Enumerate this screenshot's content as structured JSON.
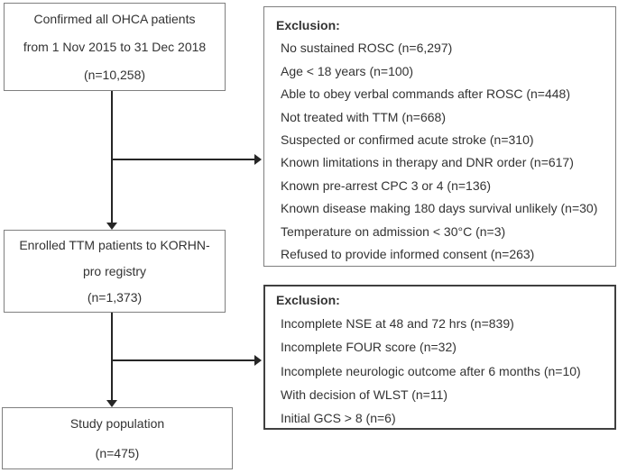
{
  "flow": {
    "box1": {
      "lines": [
        "Confirmed all OHCA patients",
        "from 1 Nov 2015 to 31 Dec 2018",
        "(n=10,258)"
      ]
    },
    "exclusion1": {
      "title": "Exclusion:",
      "items": [
        "No sustained ROSC (n=6,297)",
        "Age < 18 years (n=100)",
        "Able to obey verbal commands after ROSC (n=448)",
        "Not treated with TTM (n=668)",
        "Suspected or confirmed acute stroke (n=310)",
        "Known limitations in therapy and DNR order (n=617)",
        "Known pre-arrest CPC 3 or 4 (n=136)",
        "Known disease making 180 days survival unlikely (n=30)",
        "Temperature on admission < 30°C (n=3)",
        "Refused to provide informed consent (n=263)"
      ]
    },
    "box2": {
      "lines": [
        "Enrolled TTM patients to KORHN-",
        "pro registry",
        "(n=1,373)"
      ]
    },
    "exclusion2": {
      "title": "Exclusion:",
      "items": [
        "Incomplete NSE at 48 and 72 hrs (n=839)",
        "Incomplete FOUR score (n=32)",
        "Incomplete neurologic outcome after 6 months (n=10)",
        "With decision of WLST (n=11)",
        "Initial GCS > 8 (n=6)"
      ]
    },
    "box3": {
      "lines": [
        "Study population",
        "(n=475)"
      ]
    },
    "colors": {
      "background": "#ffffff",
      "box_border": "#7f7f7f",
      "exclusion2_border": "#404040",
      "text": "#333333",
      "arrow": "#262626"
    }
  }
}
